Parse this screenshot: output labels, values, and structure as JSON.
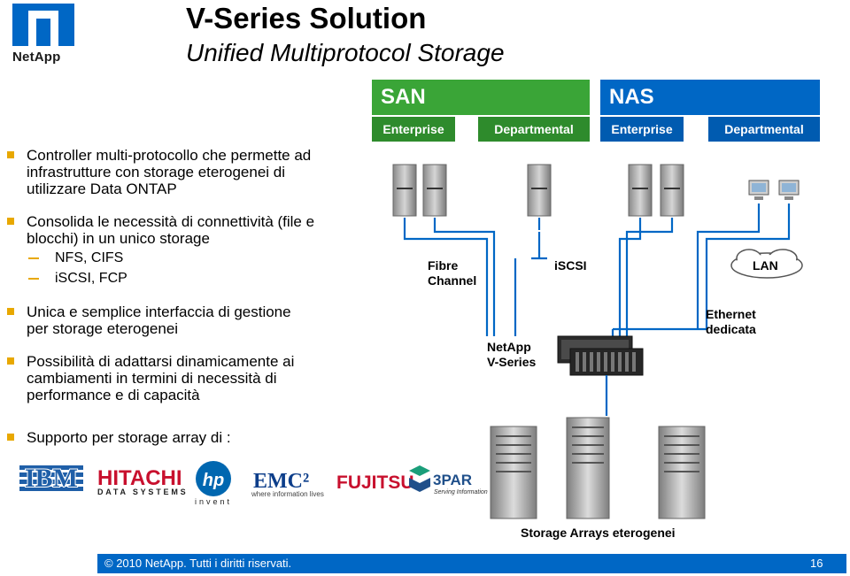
{
  "logo": {
    "brand": "NetApp"
  },
  "title": "V-Series Solution",
  "subtitle": "Unified Multiprotocol Storage",
  "bullets": [
    {
      "text": "Controller multi-protocollo che permette ad\ninfrastrutture con storage eterogenei di\nutilizzare Data ONTAP"
    },
    {
      "text": "Consolida le necessità di connettività (file e\nblocchi) in un unico storage"
    },
    {
      "text": "Unica e semplice interfaccia di gestione\nper storage eterogenei"
    },
    {
      "text": "Possibilità di adattarsi dinamicamente ai\ncambiamenti in termini di necessità di\nperformance e di capacità"
    },
    {
      "text": "Supporto per storage array di :"
    }
  ],
  "subbullets": [
    "NFS, CIFS",
    "iSCSI, FCP"
  ],
  "diagram": {
    "san": "SAN",
    "nas": "NAS",
    "san_enterprise": "Enterprise",
    "san_departmental": "Departmental",
    "nas_enterprise": "Enterprise",
    "nas_departmental": "Departmental",
    "fibre_channel": "Fibre\nChannel",
    "iscsi": "iSCSI",
    "lan": "LAN",
    "ethernet": "Ethernet\ndedicata",
    "netapp_vseries": "NetApp\nV-Series",
    "storage_arrays": "Storage Arrays eterogenei"
  },
  "vendor_logos": [
    "IBM",
    "HITACHI",
    "DATA SYSTEMS",
    "hp",
    "invent",
    "EMC²",
    "where information lives",
    "FUJITSU",
    "3PAR",
    "Serving Information"
  ],
  "footer": {
    "text": "© 2010 NetApp.  Tutti i diritti riservati.",
    "page": "16"
  },
  "colors": {
    "brand_blue": "#0067c5",
    "san_green": "#3aa537",
    "bullet_gold": "#e8a800"
  }
}
